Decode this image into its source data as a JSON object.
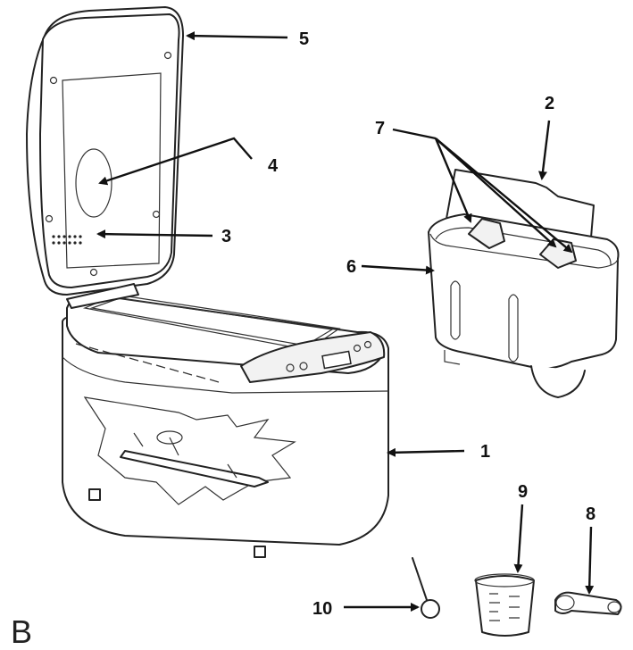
{
  "callouts": [
    {
      "id": "1",
      "text": "1"
    },
    {
      "id": "2",
      "text": "2"
    },
    {
      "id": "3",
      "text": "3"
    },
    {
      "id": "4",
      "text": "4"
    },
    {
      "id": "5",
      "text": "5"
    },
    {
      "id": "6",
      "text": "6"
    },
    {
      "id": "7",
      "text": "7"
    },
    {
      "id": "8",
      "text": "8"
    },
    {
      "id": "9",
      "text": "9"
    },
    {
      "id": "10",
      "text": "10"
    }
  ],
  "corner_letter": "B"
}
